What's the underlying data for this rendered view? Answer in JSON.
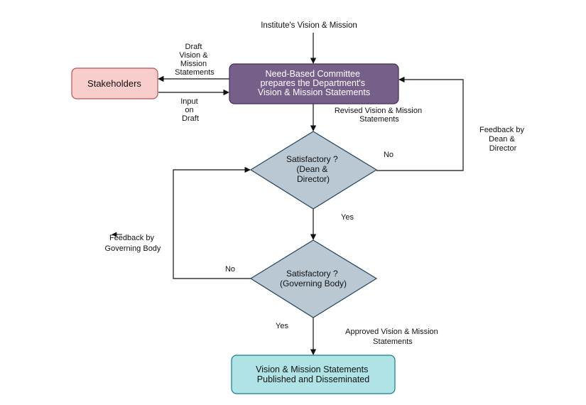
{
  "diagram": {
    "nodes": {
      "top_input": "Institute's Vision & Mission",
      "committee": [
        "Need-Based Committee",
        "prepares the Department's",
        "Vision & Mission Statements"
      ],
      "stakeholders": "Stakeholders",
      "decision_dean": [
        "Satisfactory ?",
        "(Dean &",
        "Director)"
      ],
      "decision_gb": [
        "Satisfactory ?",
        "(Governing Body)"
      ],
      "published": [
        "Vision & Mission Statements",
        "Published and Disseminated"
      ]
    },
    "edge_labels": {
      "draft_statements": [
        "Draft",
        "Vision &",
        "Mission",
        "Statements"
      ],
      "input_on_draft": [
        "Input",
        "on",
        "Draft"
      ],
      "revised_statements": [
        "Revised Vision & Mission",
        "Statements"
      ],
      "feedback_dean": [
        "Feedback by",
        "Dean &",
        "Director"
      ],
      "no_dean": "No",
      "yes_dean": "Yes",
      "feedback_gb": [
        "Feedback by",
        "Governing Body"
      ],
      "no_gb": "No",
      "yes_gb": "Yes",
      "approved_statements": [
        "Approved Vision & Mission",
        "Statements"
      ]
    },
    "colors": {
      "committee_fill": "#76608a",
      "committee_stroke": "#432d57",
      "stakeholders_fill": "#f8cecc",
      "stakeholders_stroke": "#b85450",
      "decision_fill": "#bac8d3",
      "decision_stroke": "#23445d",
      "published_fill": "#b0e3e6",
      "published_stroke": "#0e8088",
      "line": "#111111"
    }
  }
}
